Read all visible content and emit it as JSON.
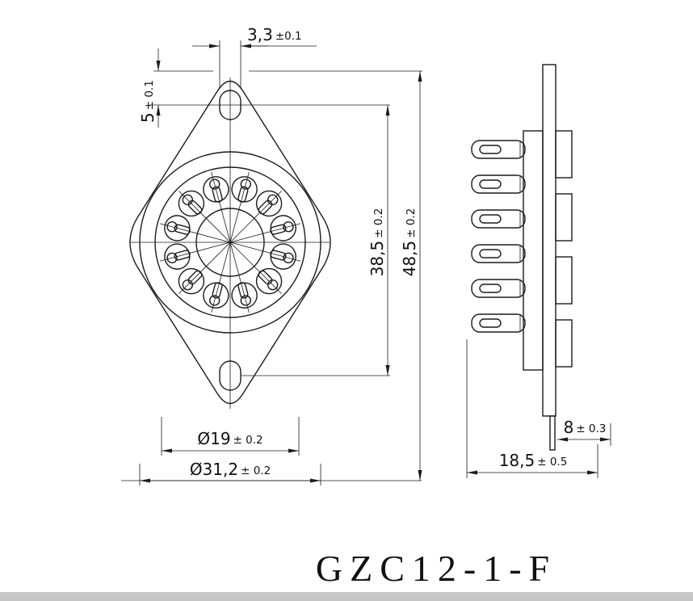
{
  "page": {
    "background": "#ffffff",
    "line_color": "#1b1b1b",
    "footer_bar_color": "#c6c6c6"
  },
  "title": "GZC12-1-F",
  "front_view": {
    "pin_count": 12,
    "dims": {
      "slot_width": {
        "value": "3,3",
        "tol": "±0.1"
      },
      "vertex_to_hole": {
        "value": "5",
        "tol": "± 0.1"
      },
      "hole_spacing": {
        "value": "38,5",
        "tol": "± 0.2"
      },
      "overall_height": {
        "value": "48,5",
        "tol": "± 0.2"
      },
      "pin_circle_diameter": {
        "value": "Ø19",
        "tol": "± 0.2"
      },
      "body_diameter": {
        "value": "Ø31,2",
        "tol": "± 0.2"
      }
    }
  },
  "side_view": {
    "pin_count": 6,
    "dims": {
      "tail_length": {
        "value": "8",
        "tol": "± 0.3"
      },
      "overall_depth": {
        "value": "18,5",
        "tol": "± 0.5"
      }
    }
  }
}
